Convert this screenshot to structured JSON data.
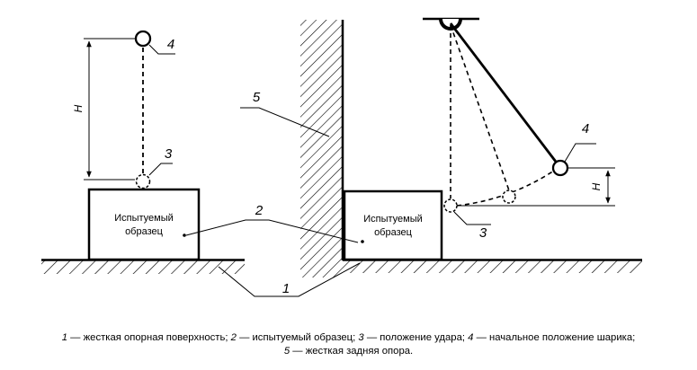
{
  "diagram": {
    "specimen_label": [
      "Испытуемый",
      "образец"
    ],
    "callouts": {
      "one": "1",
      "two": "2",
      "three": "3",
      "four": "4",
      "five": "5"
    },
    "height_symbol": "H"
  },
  "legend": [
    {
      "num": "1",
      "text": "жесткая опорная поверхность;"
    },
    {
      "num": "2",
      "text": "испытуемый образец;"
    },
    {
      "num": "3",
      "text": "положение удара;"
    },
    {
      "num": "4",
      "text": "начальное положение шарика;"
    },
    {
      "num": "5",
      "text": "жесткая задняя опора."
    }
  ],
  "legend_separator": "—"
}
